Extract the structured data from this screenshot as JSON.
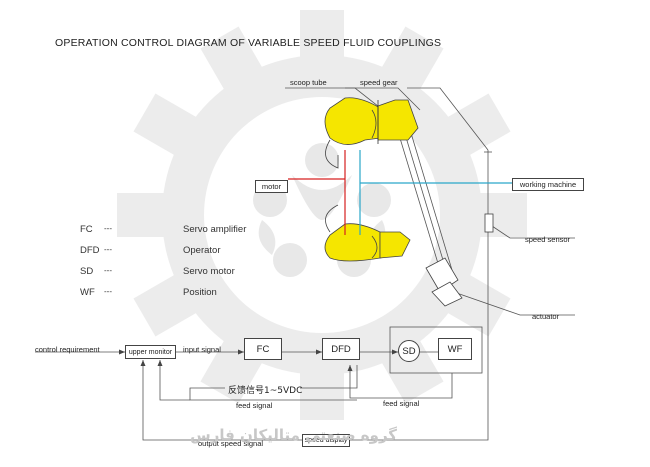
{
  "title": "OPERATION CONTROL DIAGRAM OF VARIABLE SPEED FLUID COUPLINGS",
  "labels": {
    "scoop_tube": "scoop tube",
    "speed_gear": "speed gear",
    "motor": "motor",
    "working_machine": "working machine",
    "speed_sensor": "speed sensor",
    "actuator": "actuator",
    "control_requirement": "control requirement",
    "upper_monitor": "upper monitor",
    "input_signal": "input signal",
    "feedback_cn": "反馈信号1~5VDC",
    "feed_signal_left": "feed signal",
    "feed_signal_right": "feed signal",
    "output_speed_signal": "output speed signal",
    "speed_display": "speed display"
  },
  "blocks": {
    "fc": "FC",
    "dfd": "DFD",
    "sd": "SD",
    "wf": "WF"
  },
  "legend": [
    {
      "code": "FC",
      "dash": "---",
      "desc": "Servo amplifier"
    },
    {
      "code": "DFD",
      "dash": "---",
      "desc": "Operator"
    },
    {
      "code": "SD",
      "dash": "---",
      "desc": "Servo motor"
    },
    {
      "code": "WF",
      "dash": "---",
      "desc": "Position"
    }
  ],
  "watermark": "گروه صنعتی متالیکان فارس",
  "colors": {
    "coupling_fill": "#f5e600",
    "red_shaft": "#d62020",
    "cyan_shaft": "#2aa7c9",
    "gear_watermark": "#d9d9d9"
  }
}
